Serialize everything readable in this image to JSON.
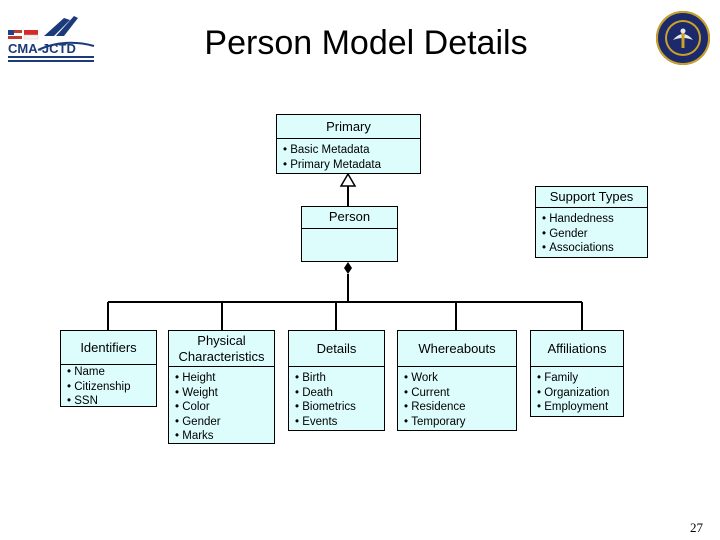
{
  "title": "Person Model Details",
  "logo_text": "CMA-JCTD",
  "primary": {
    "label": "Primary",
    "items": [
      "Basic Metadata",
      "Primary Metadata"
    ]
  },
  "person": {
    "label": "Person"
  },
  "support": {
    "label": "Support Types",
    "items": [
      "Handedness",
      "Gender",
      "Associations"
    ]
  },
  "children": [
    {
      "label": "Identifiers",
      "items": [
        "Name",
        "Citizenship",
        "SSN"
      ]
    },
    {
      "label": "Physical Characteristics",
      "label_lines": [
        "Physical",
        "Characteristics"
      ],
      "items": [
        "Height",
        "Weight",
        "Color",
        "Gender",
        "Marks"
      ]
    },
    {
      "label": "Details",
      "items": [
        "Birth",
        "Death",
        "Biometrics",
        "Events"
      ]
    },
    {
      "label": "Whereabouts",
      "items": [
        "Work",
        "Current",
        "Residence",
        "Temporary"
      ]
    },
    {
      "label": "Affiliations",
      "items": [
        "Family",
        "Organization",
        "Employment"
      ]
    }
  ],
  "page_number": "27",
  "colors": {
    "box_fill": "#ddfdfd",
    "line": "#000000"
  }
}
